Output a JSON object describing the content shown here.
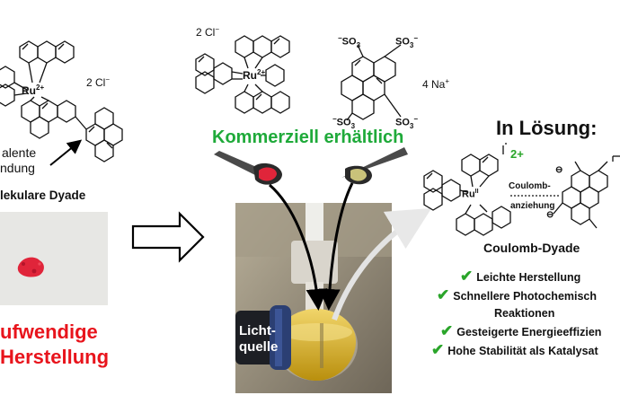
{
  "left": {
    "charge": "2 Cl",
    "charge_sup": "−",
    "metal": "Ru",
    "metal_charge": "2+",
    "bond_text_line1": "alente",
    "bond_text_line2": "ndung",
    "dyad_label": "lekulare Dyade",
    "verdict_line1": "ufwendige",
    "verdict_line2": "Herstellung"
  },
  "center": {
    "ru_charge_label": "2 Cl",
    "ru_charge_sup": "−",
    "metal": "Ru",
    "metal_charge": "2+",
    "sulfonate": "SO",
    "sulfonate_sub": "3",
    "counter_ion": "4 Na",
    "counter_sup": "+",
    "commercial_label": "Kommerziell erhältlich",
    "light_label_line1": "Licht-",
    "light_label_line2": "quelle"
  },
  "right": {
    "heading": "In Lösung:",
    "complex_charge": "2+",
    "metal": "Ru",
    "metal_charge": "II",
    "coulomb_line1": "Coulomb-",
    "coulomb_line2": "anziehung",
    "dyad_name": "Coulomb-Dyade",
    "features": [
      "Leichte Herstellung",
      "Schnellere Photochemisch",
      "Reaktionen",
      "Gesteigerte Energieeffizien",
      "Hohe Stabilität als Katalysat"
    ]
  },
  "colors": {
    "red_text": "#e8141c",
    "green_text": "#1faa3a",
    "check_green": "#2aa52a",
    "red_powder": "#e0253a",
    "yellow_liquid": "#d6b31c"
  },
  "icons": [
    "hollow-right-arrow-icon",
    "check-icon"
  ]
}
